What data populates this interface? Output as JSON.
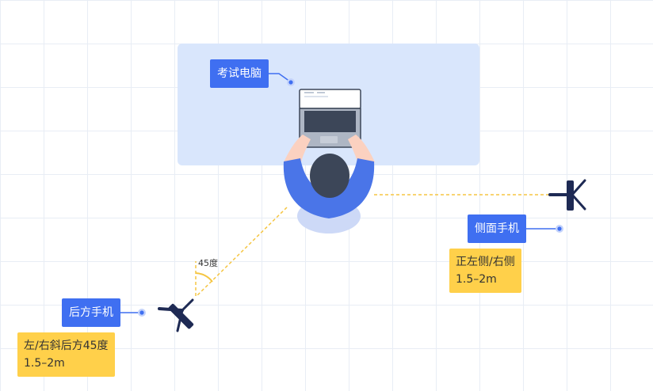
{
  "labels": {
    "exam_computer": "考试电脑",
    "side_phone": "侧面手机",
    "rear_phone": "后方手机"
  },
  "notes": {
    "side": {
      "line1": "正左侧/右侧",
      "line2": "1.5–2m"
    },
    "rear": {
      "line1": "左/右斜后方45度",
      "line2": "1.5–2m"
    }
  },
  "angle": "45度",
  "colors": {
    "accent_blue": "#3f6ff1",
    "desk": "#d9e6fc",
    "note_yellow": "#ffd04a",
    "dashed_line": "#f5c542",
    "person_blue": "#4a75e8",
    "hair": "#3c4658",
    "tripod": "#1e2a54"
  }
}
